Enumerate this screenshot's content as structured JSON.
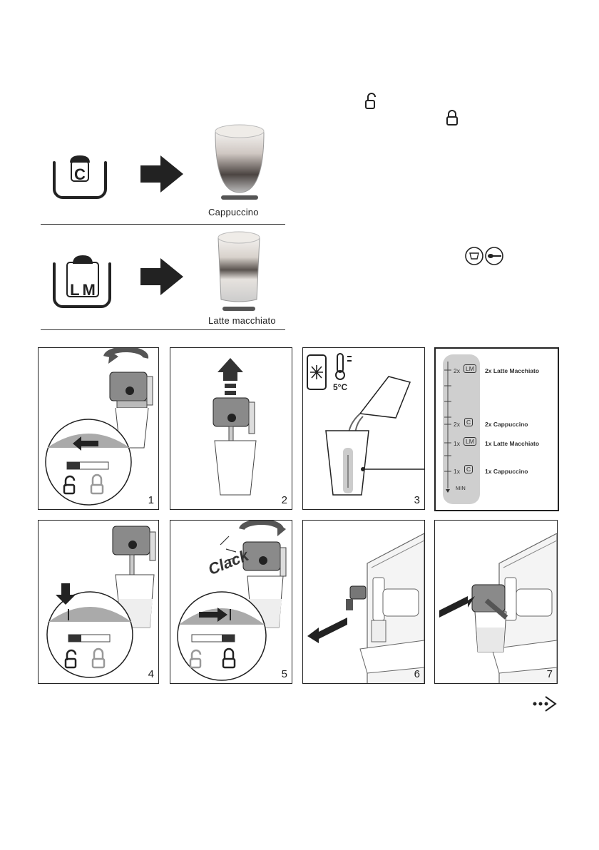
{
  "drinks": [
    {
      "icon_text": "C",
      "label": "Cappuccino"
    },
    {
      "icon_text": "LM",
      "label": "Latte macchiato"
    }
  ],
  "icons": [
    "unlock-icon",
    "lock-icon",
    "cup-icon",
    "spoon-icon"
  ],
  "steps": {
    "p1": "1",
    "p2": "2",
    "p3": "3",
    "p4": "4",
    "p5": "5",
    "p6": "6",
    "p7": "7"
  },
  "step3": {
    "temperature": "5°C"
  },
  "step5": {
    "sound": "Clack"
  },
  "scale": {
    "min_label": "MIN",
    "rows": [
      {
        "mult": "2x",
        "icon": "LM",
        "text": "2x Latte Macchiato"
      },
      {
        "mult": "2x",
        "icon": "C",
        "text": "2x Cappuccino"
      },
      {
        "mult": "1x",
        "icon": "LM",
        "text": "1x Latte Macchiato"
      },
      {
        "mult": "1x",
        "icon": "C",
        "text": "1x Cappuccino"
      }
    ]
  },
  "colors": {
    "dark": "#222222",
    "grey": "#8a8a8a",
    "light_grey": "#c8c8c8",
    "milk": "#e8e8e8"
  }
}
